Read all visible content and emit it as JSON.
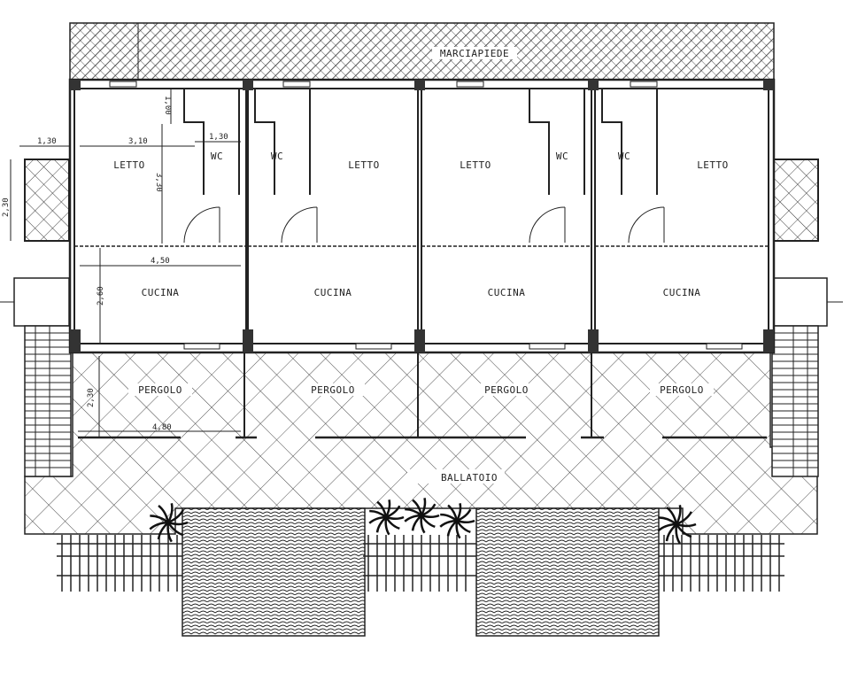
{
  "plan": {
    "sidewalk_label": "MARCIAPIEDE",
    "gallery_label": "BALLATOIO",
    "units": [
      {
        "bedroom": "LETTO",
        "wc": "WC",
        "kitchen": "CUCINA",
        "pergola": "PERGOLO"
      },
      {
        "bedroom": "LETTO",
        "wc": "WC",
        "kitchen": "CUCINA",
        "pergola": "PERGOLO"
      },
      {
        "bedroom": "LETTO",
        "wc": "WC",
        "kitchen": "CUCINA",
        "pergola": "PERGOLO"
      },
      {
        "bedroom": "LETTO",
        "wc": "WC",
        "kitchen": "CUCINA",
        "pergola": "PERGOLO"
      }
    ],
    "dimensions": {
      "left_offset": "1,30",
      "bedroom_width": "3,10",
      "wc_width": "1,30",
      "wc_depth": "1,00",
      "bedroom_depth": "3,30",
      "side_block_height": "2,30",
      "kitchen_width": "4,50",
      "kitchen_depth": "2,60",
      "pergola_depth": "2,30",
      "pergola_width": "4,80"
    }
  }
}
